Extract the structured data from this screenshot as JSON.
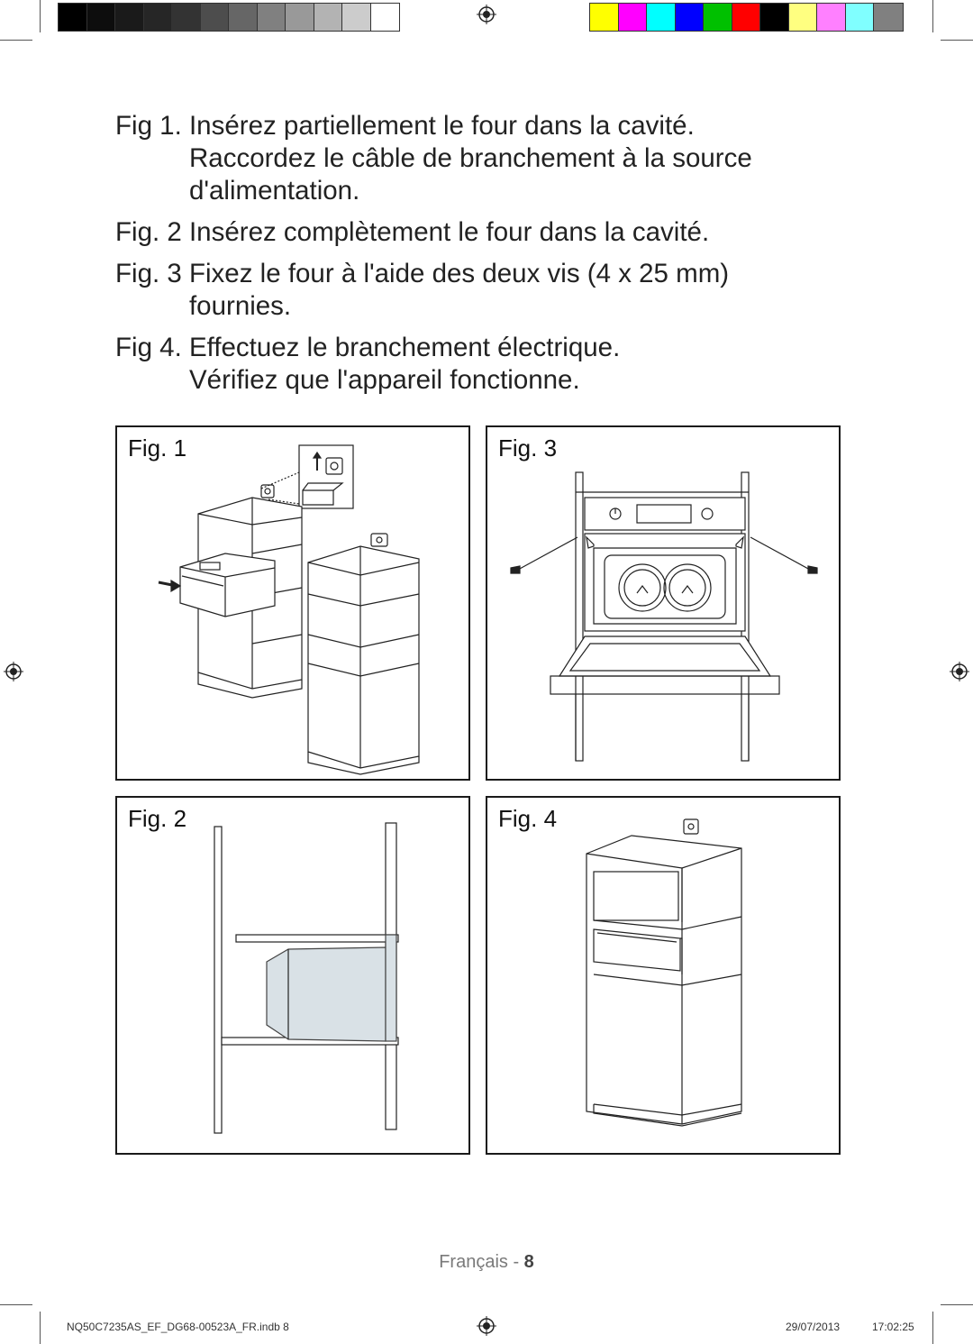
{
  "print_marks": {
    "grayscale_bar": [
      "#000000",
      "#0d0d0d",
      "#1a1a1a",
      "#262626",
      "#333333",
      "#4d4d4d",
      "#666666",
      "#808080",
      "#999999",
      "#b3b3b3",
      "#cccccc",
      "#ffffff"
    ],
    "color_bar": [
      "#ffff00",
      "#ff00ff",
      "#00ffff",
      "#0000ff",
      "#00c000",
      "#ff0000",
      "#000000",
      "#ffff80",
      "#ff80ff",
      "#80ffff",
      "#808080"
    ]
  },
  "instructions": [
    {
      "fig": "Fig 1. ",
      "lines": [
        "Insérez partiellement le four dans la cavité.",
        "Raccordez le câble de branchement à la source",
        "d'alimentation."
      ]
    },
    {
      "fig": "Fig. 2 ",
      "lines": [
        "Insérez complètement le four dans la cavité."
      ]
    },
    {
      "fig": "Fig. 3 ",
      "lines": [
        "Fixez le four à l'aide des deux vis (4 x 25 mm)",
        "fournies."
      ]
    },
    {
      "fig": "Fig 4. ",
      "lines": [
        "Effectuez le branchement électrique.",
        "Vérifiez que l'appareil fonctionne."
      ]
    }
  ],
  "figures": {
    "fig1_label": "Fig. 1",
    "fig2_label": "Fig. 2",
    "fig3_label": "Fig. 3",
    "fig4_label": "Fig. 4"
  },
  "footer": {
    "language": "Français - ",
    "page": "8",
    "file": "NQ50C7235AS_EF_DG68-00523A_FR.indb   8",
    "date": "29/07/2013",
    "time": "17:02:25"
  }
}
